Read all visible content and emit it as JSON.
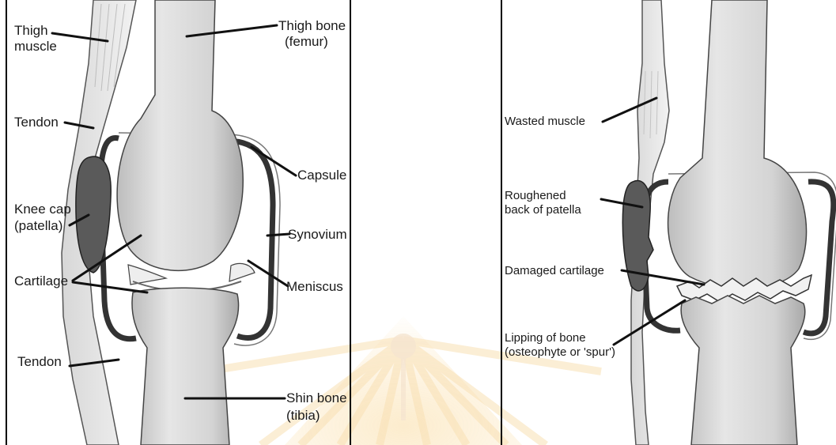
{
  "left_panel": {
    "labels": {
      "thigh_muscle": [
        "Thigh",
        "muscle"
      ],
      "thigh_bone": [
        "Thigh bone",
        "(femur)"
      ],
      "tendon_upper": "Tendon",
      "capsule": "Capsule",
      "knee_cap": [
        "Knee cap",
        "(patella)"
      ],
      "synovium": "Synovium",
      "cartilage": "Cartilage",
      "meniscus": "Meniscus",
      "tendon_lower": "Tendon",
      "shin_bone": [
        "Shin bone",
        "(tibia)"
      ]
    }
  },
  "right_panel": {
    "labels": {
      "wasted_muscle": "Wasted muscle",
      "roughened_patella": [
        "Roughened",
        "back of patella"
      ],
      "damaged_cartilage": "Damaged cartilage",
      "lipping_of_bone": [
        "Lipping of bone",
        "(osteophyte or 'spur')"
      ]
    }
  },
  "colors": {
    "bone": "#d9d9d9",
    "bone_light": "#ececec",
    "bone_shadow": "#b4b4b4",
    "patella": "#5a5a5a",
    "capsule": "#3a3a3a",
    "muscle": "#e2e2e2",
    "watermark": "#f3c27a"
  }
}
